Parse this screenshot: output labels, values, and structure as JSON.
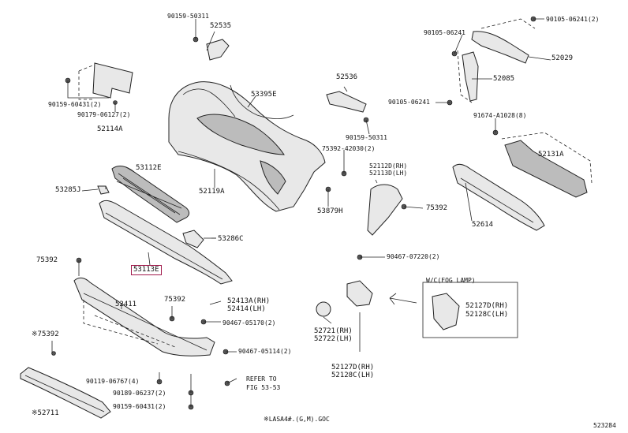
{
  "labels": {
    "p1": "90159-50311",
    "p2": "52535",
    "p3": "90105-06241(2)",
    "p4": "90105-06241",
    "p5": "52029",
    "p6": "52536",
    "p7": "52085",
    "p8": "53395E",
    "p9": "90105-06241",
    "p10": "90159-60431(2)",
    "p11": "90179-06127(2)",
    "p12": "52114A",
    "p13": "91674-A1028(8)",
    "p14": "90159-50311",
    "p15": "75392-42030(2)",
    "p16": "52131A",
    "p17": "53112E",
    "p18": "52112D(RH)",
    "p19": "52113D(LH)",
    "p20": "53285J",
    "p21": "52119A",
    "p22": "53879H",
    "p23": "75392",
    "p24": "52614",
    "p25": "53286C",
    "p26": "75392",
    "p27": "90467-07220(2)",
    "p28": "53113E",
    "p29": "W/C(FOG LAMP)",
    "p30": "52411",
    "p31": "75392",
    "p32": "52413A(RH)",
    "p33": "52414(LH)",
    "p34": "52127D(RH)",
    "p35": "52128C(LH)",
    "p36": "90467-05170(2)",
    "p37": "52721(RH)",
    "p38": "52722(LH)",
    "p39": "※75392",
    "p40": "90467-05114(2)",
    "p41": "52127D(RH)",
    "p42": "52128C(LH)",
    "p43": "90119-06767(4)",
    "p44": "REFER TO",
    "p45": "FIG 53-53",
    "p46": "90189-06237(2)",
    "p47": "90159-60431(2)",
    "p48": "※52711",
    "p49": "※LASA4#.(G,M).GOC",
    "p50": "523284"
  }
}
